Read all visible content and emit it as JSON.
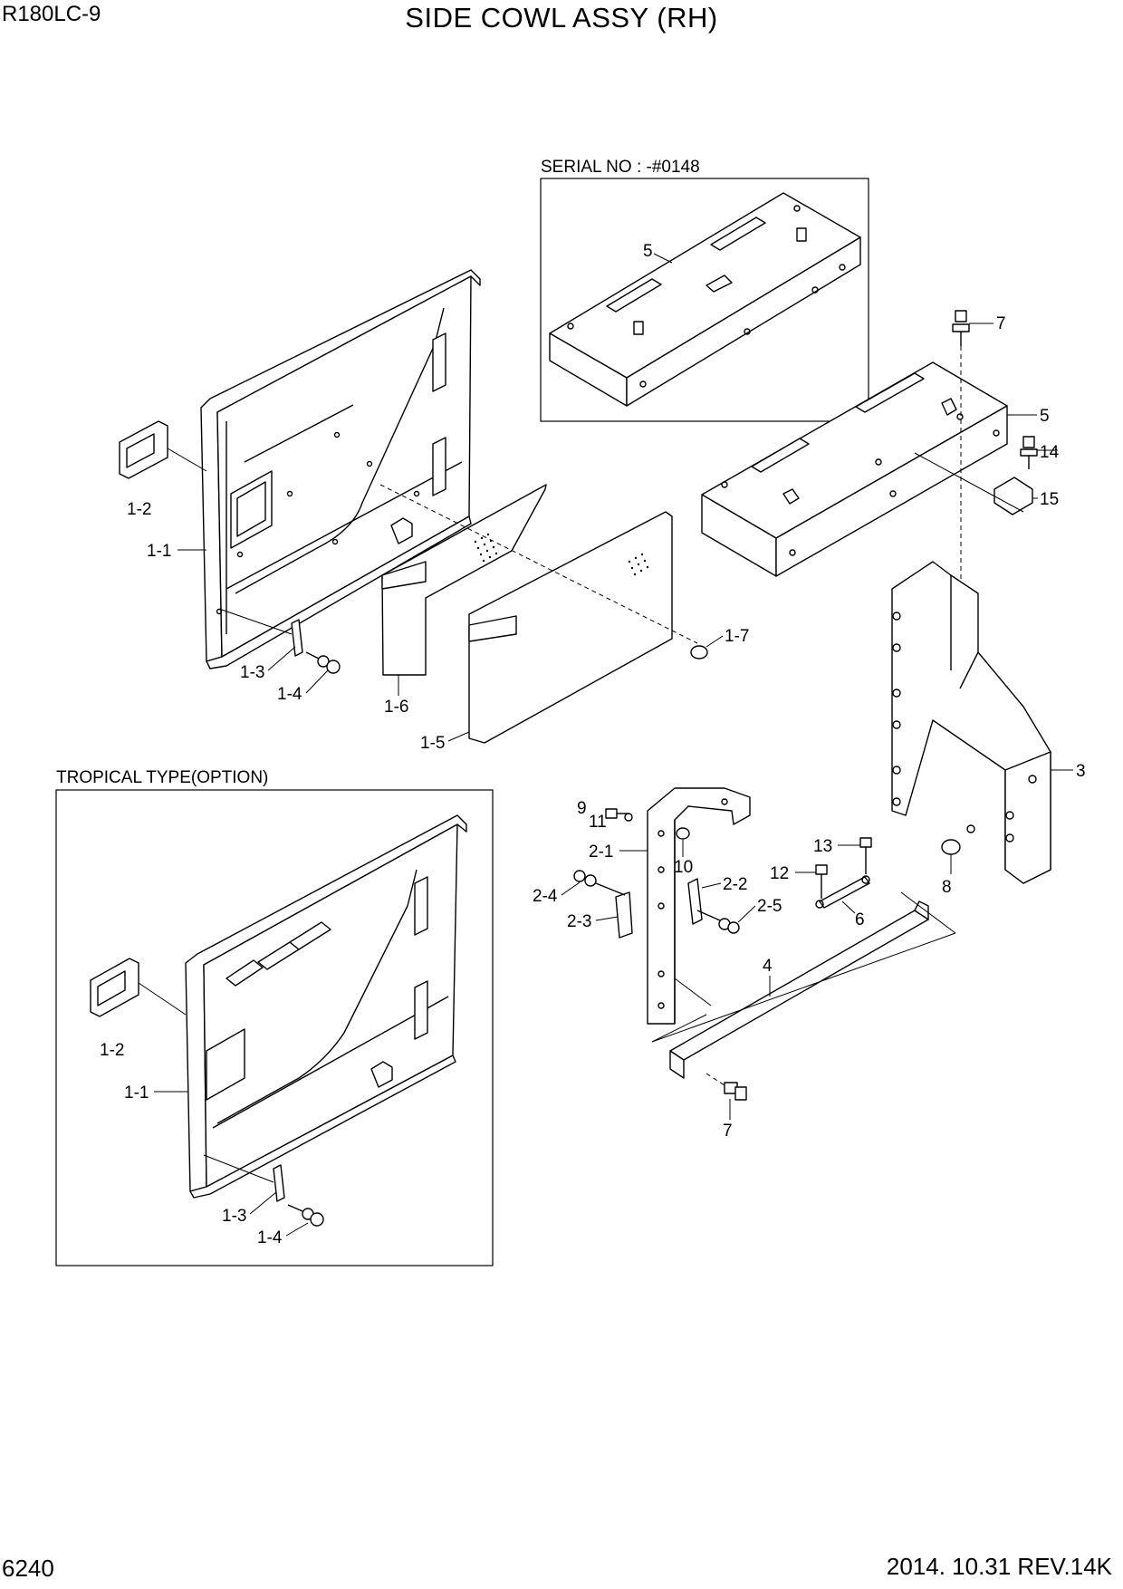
{
  "header": {
    "model": "R180LC-9",
    "title": "SIDE COWL ASSY (RH)"
  },
  "footer": {
    "page_number": "6240",
    "revision": "2014. 10.31  REV.14K"
  },
  "boxes": {
    "serial": "SERIAL NO : -#0148",
    "tropical": "TROPICAL TYPE(OPTION)"
  },
  "callouts": {
    "serial_5": "5",
    "c7_top": "7",
    "c5": "5",
    "c14": "14",
    "c15": "15",
    "c1_2": "1-2",
    "c1_1": "1-1",
    "c1_3": "1-3",
    "c1_4": "1-4",
    "c1_6": "1-6",
    "c1_5": "1-5",
    "c1_7": "1-7",
    "c3": "3",
    "c9": "9",
    "c11": "11",
    "c2_1": "2-1",
    "c10": "10",
    "c13": "13",
    "c12": "12",
    "c8": "8",
    "c2_4": "2-4",
    "c2_2": "2-2",
    "c2_5": "2-5",
    "c2_3": "2-3",
    "c6": "6",
    "c4": "4",
    "c7_bottom": "7",
    "t1_2": "1-2",
    "t1_1": "1-1",
    "t1_3": "1-3",
    "t1_4": "1-4"
  }
}
